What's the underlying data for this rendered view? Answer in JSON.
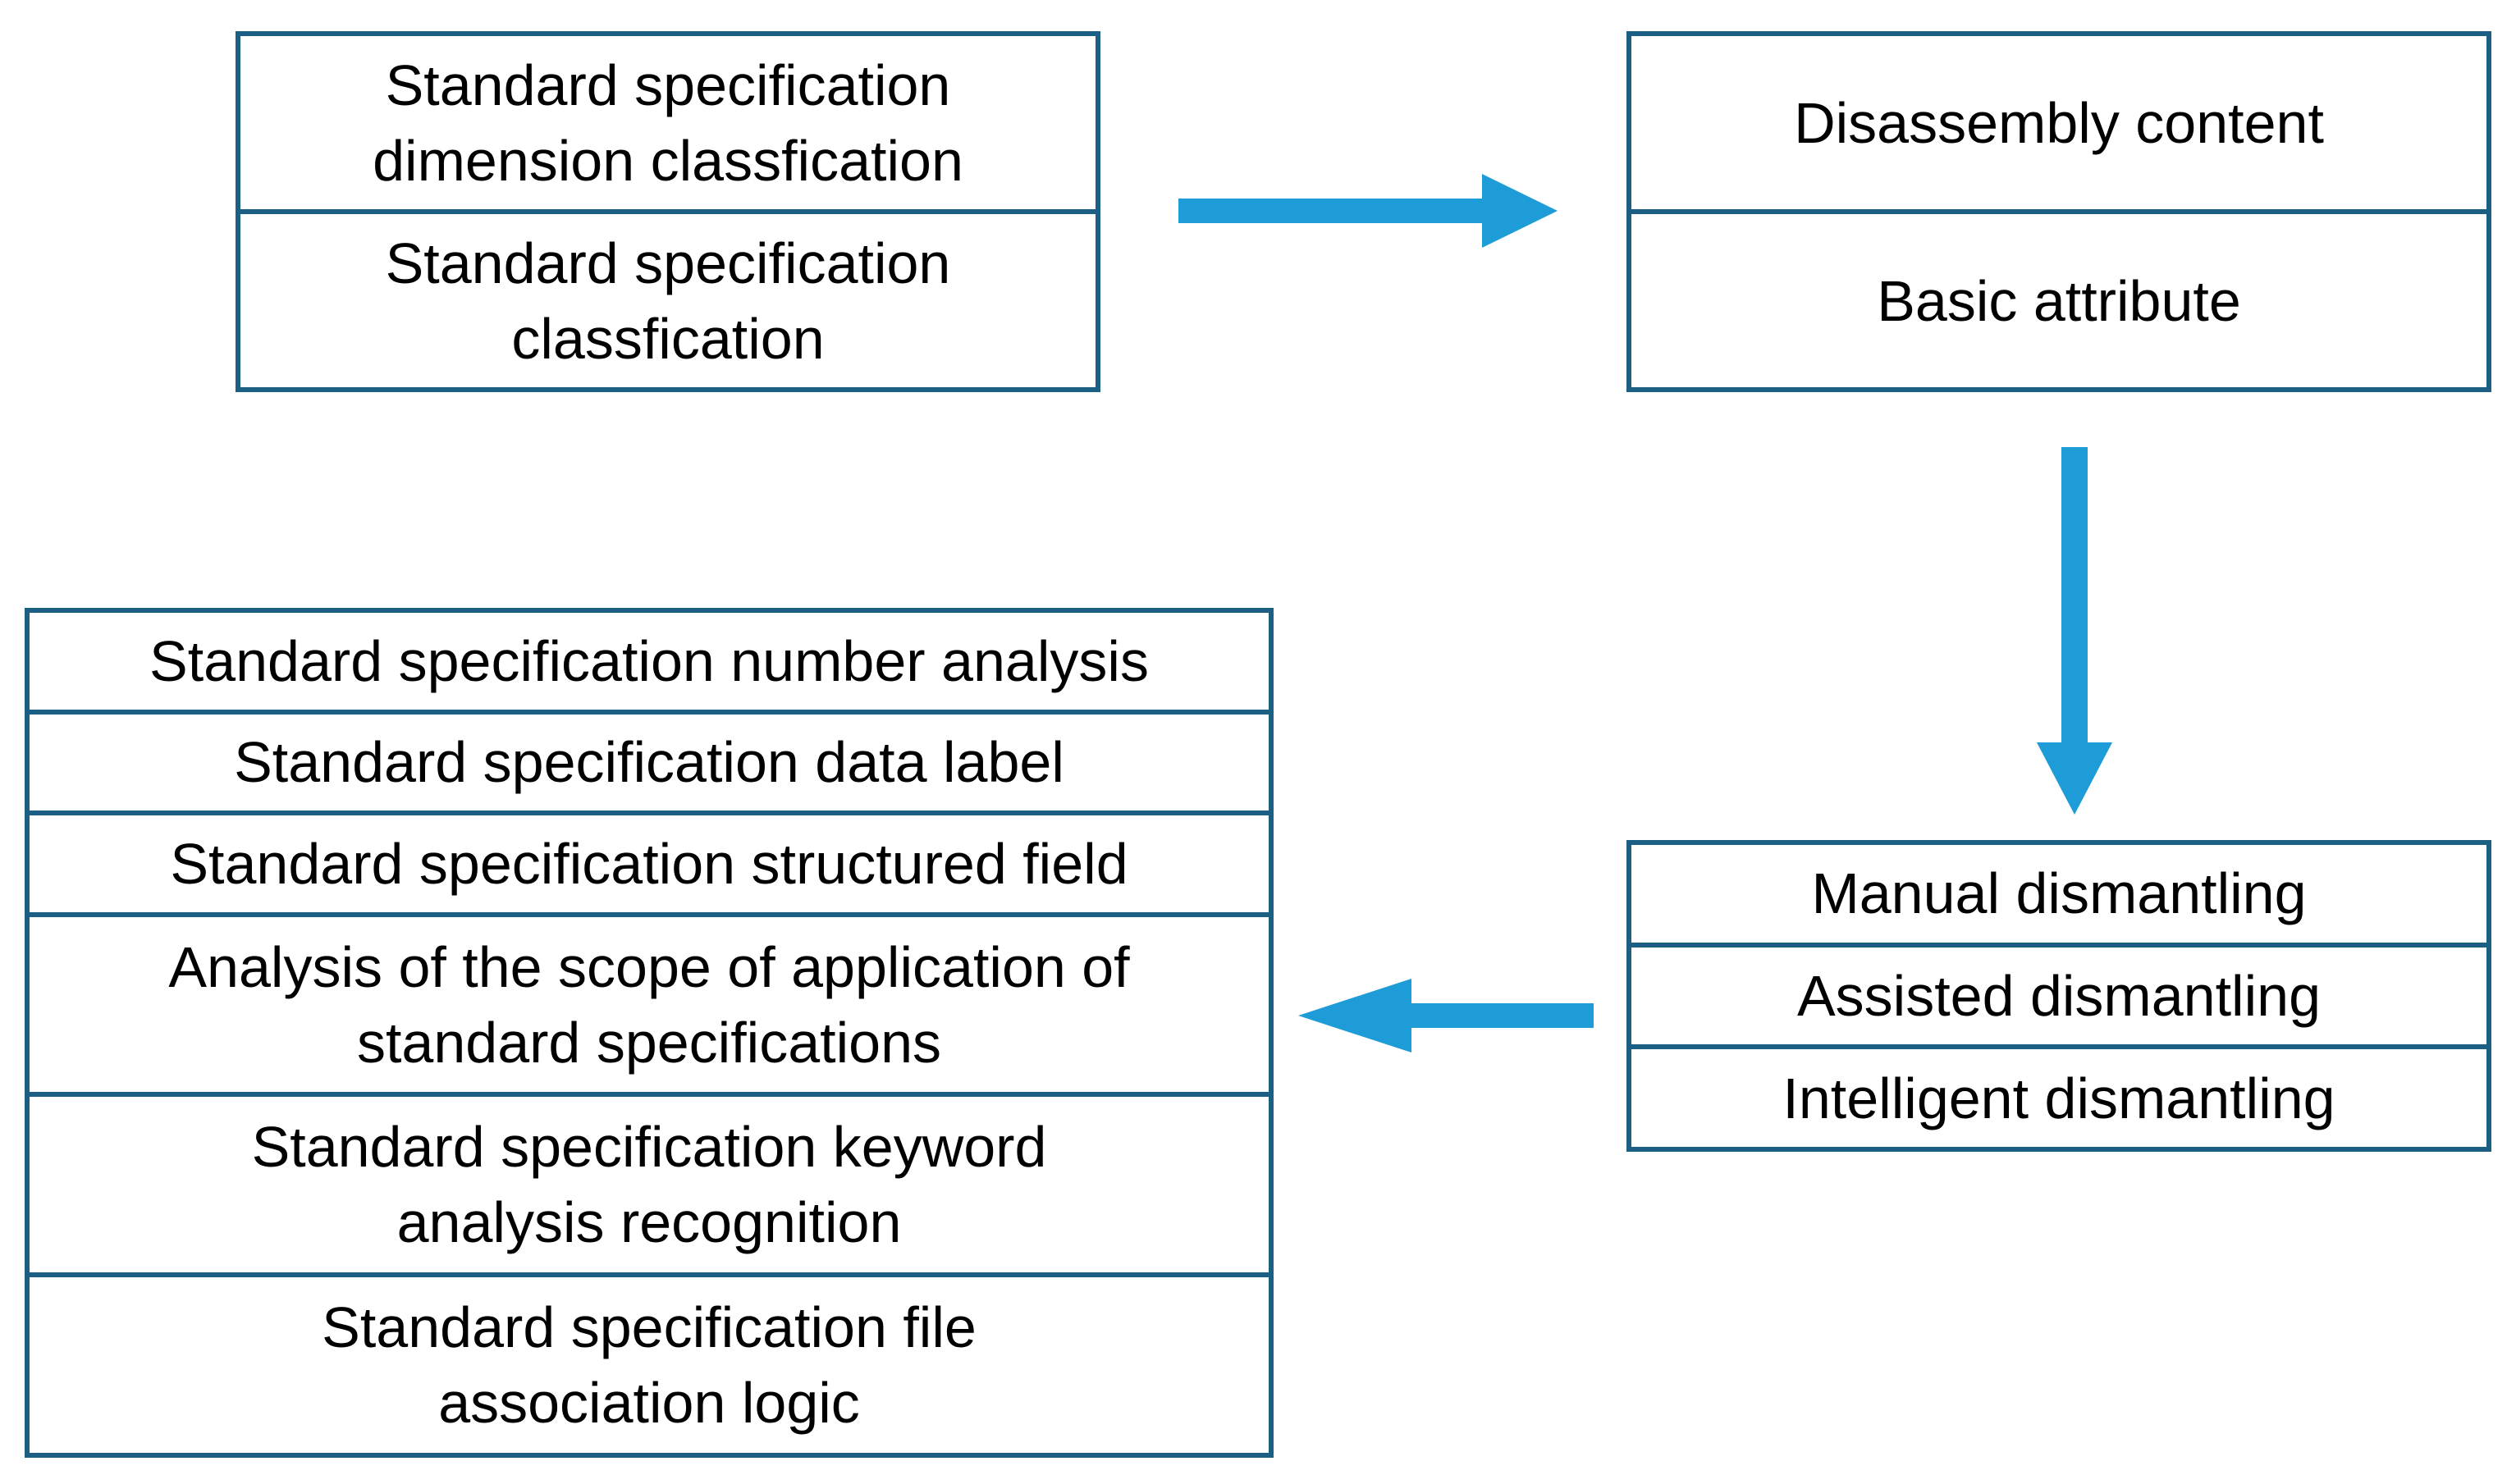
{
  "colors": {
    "box_border": "#1c5f85",
    "arrow": "#1e9cd7",
    "text": "#000000",
    "background": "#ffffff"
  },
  "classification_box": {
    "items": [
      "Standard specification\ndimension classfication",
      "Standard specification\nclassfication"
    ]
  },
  "content_box": {
    "items": [
      "Disassembly content",
      "Basic attribute"
    ]
  },
  "dismantling_box": {
    "items": [
      "Manual dismantling",
      "Assisted dismantling",
      "Intelligent dismantling"
    ]
  },
  "analysis_box": {
    "items": [
      "Standard specification number analysis",
      "Standard specification data label",
      "Standard specification structured field",
      "Analysis of the scope of application of\nstandard specifications",
      "Standard specification keyword\nanalysis recognition",
      "Standard specification file\nassociation logic"
    ]
  },
  "arrows": [
    {
      "from": "classification_box",
      "to": "content_box",
      "direction": "right"
    },
    {
      "from": "content_box",
      "to": "dismantling_box",
      "direction": "down"
    },
    {
      "from": "dismantling_box",
      "to": "analysis_box",
      "direction": "left"
    }
  ]
}
